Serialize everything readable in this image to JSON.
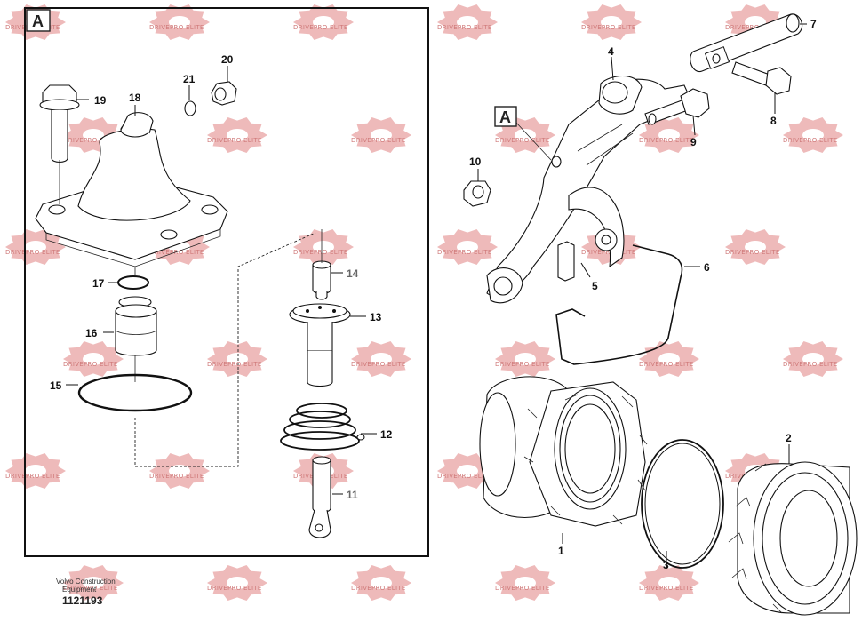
{
  "watermark": {
    "text": "DRIVEPRO ELITE"
  },
  "detail_marker": {
    "letter": "A"
  },
  "callouts": [
    {
      "id": "1",
      "label": "1"
    },
    {
      "id": "2",
      "label": "2"
    },
    {
      "id": "3",
      "label": "3"
    },
    {
      "id": "4",
      "label": "4"
    },
    {
      "id": "5",
      "label": "5"
    },
    {
      "id": "6",
      "label": "6"
    },
    {
      "id": "7",
      "label": "7"
    },
    {
      "id": "8",
      "label": "8"
    },
    {
      "id": "9",
      "label": "9"
    },
    {
      "id": "10",
      "label": "10"
    },
    {
      "id": "11",
      "label": "11"
    },
    {
      "id": "12",
      "label": "12"
    },
    {
      "id": "13",
      "label": "13"
    },
    {
      "id": "14",
      "label": "14"
    },
    {
      "id": "15",
      "label": "15"
    },
    {
      "id": "16",
      "label": "16"
    },
    {
      "id": "17",
      "label": "17"
    },
    {
      "id": "18",
      "label": "18"
    },
    {
      "id": "19",
      "label": "19"
    },
    {
      "id": "20",
      "label": "20"
    },
    {
      "id": "21",
      "label": "21"
    }
  ],
  "footer": {
    "brand_line1": "Volvo Construction",
    "brand_line2": "Equipment",
    "figure_number": "1121193"
  }
}
